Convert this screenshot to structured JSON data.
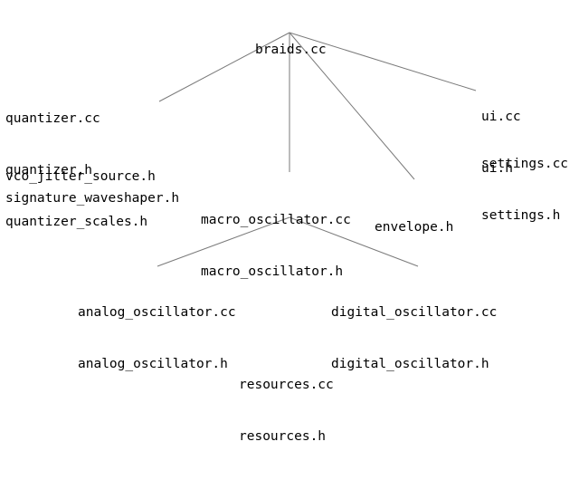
{
  "diagram": {
    "root": {
      "files": [
        "braids.cc"
      ]
    },
    "quantizer_group": {
      "files": [
        "quantizer.cc",
        "quantizer.h",
        "quantizer_scales.h"
      ]
    },
    "jitter": {
      "files": [
        "vco_jitter_source.h"
      ]
    },
    "waveshaper": {
      "files": [
        "signature_waveshaper.h"
      ]
    },
    "macro": {
      "files": [
        "macro_oscillator.cc",
        "macro_oscillator.h"
      ]
    },
    "envelope": {
      "files": [
        "envelope.h"
      ]
    },
    "ui": {
      "files": [
        "ui.cc",
        "ui.h"
      ]
    },
    "settings": {
      "files": [
        "settings.cc",
        "settings.h"
      ]
    },
    "analog": {
      "files": [
        "analog_oscillator.cc",
        "analog_oscillator.h"
      ]
    },
    "digital": {
      "files": [
        "digital_oscillator.cc",
        "digital_oscillator.h"
      ]
    },
    "resources": {
      "files": [
        "resources.cc",
        "resources.h"
      ]
    }
  }
}
